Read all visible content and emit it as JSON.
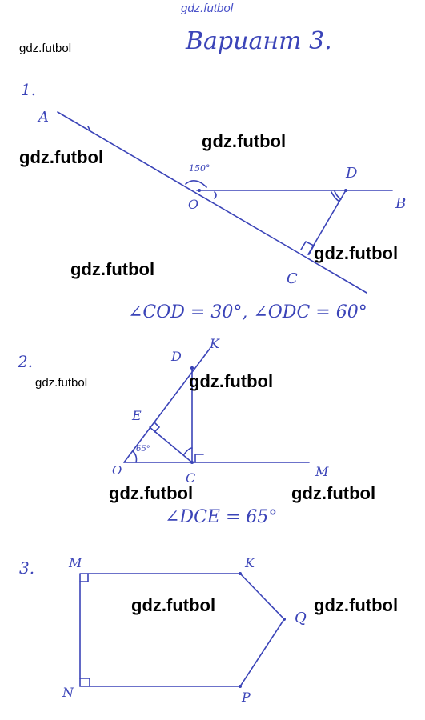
{
  "header": {
    "title": "Вариант 3.",
    "watermark_top": "gdz.futbol"
  },
  "watermarks": [
    "gdz.futbol",
    "gdz.futbol",
    "gdz.futbol",
    "gdz.futbol",
    "gdz.futbol",
    "gdz.futbol",
    "gdz.futbol",
    "gdz.futbol",
    "gdz.futbol",
    "gdz.futbol"
  ],
  "task1": {
    "number": "1.",
    "points": {
      "A": "A",
      "O": "O",
      "D": "D",
      "B": "B",
      "C": "C"
    },
    "angle_label": "150°",
    "answer": "∠COD = 30°, ∠ODC = 60°"
  },
  "task2": {
    "number": "2.",
    "points": {
      "D": "D",
      "K": "K",
      "E": "E",
      "O": "O",
      "C": "C",
      "M": "M"
    },
    "angle_label": "65°",
    "answer": "∠DCE = 65°"
  },
  "task3": {
    "number": "3.",
    "points": {
      "M": "M",
      "K": "K",
      "Q": "Q",
      "N": "N",
      "P": "P"
    }
  },
  "colors": {
    "ink": "#3b44b8",
    "watermark": "#000000"
  }
}
